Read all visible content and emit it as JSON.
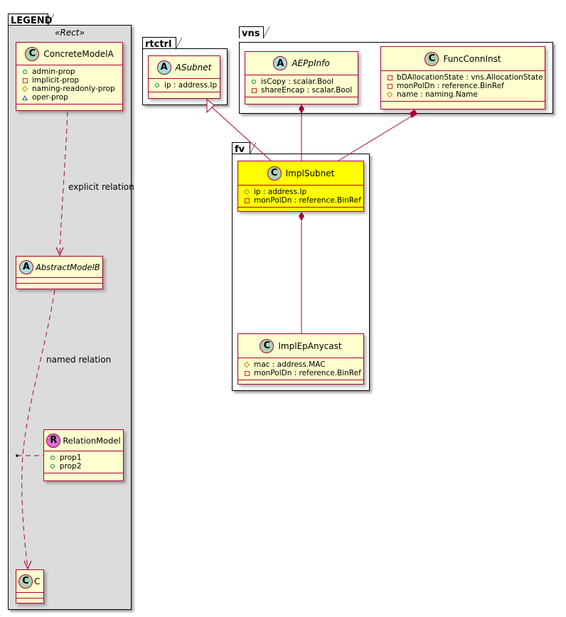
{
  "colors": {
    "class_fill": "#fefece",
    "class_border": "#a80036",
    "highlight_fill": "#ffff00",
    "legend_fill": "#dcdcdc",
    "relation_line": "#a80036",
    "circle_class": "#add1b2",
    "circle_abstract": "#a9dcdf",
    "circle_relation": "#da70d6"
  },
  "packages": {
    "legend": {
      "name": "LEGEND",
      "stereotype": "«Rect»"
    },
    "rtctrl": {
      "name": "rtctrl"
    },
    "vns": {
      "name": "vns"
    },
    "fv": {
      "name": "fv"
    }
  },
  "legend": {
    "concrete": {
      "kind": "C",
      "name": "ConcreteModelA",
      "attrs": [
        {
          "vis": "public",
          "text": "admin-prop"
        },
        {
          "vis": "private",
          "text": "implicit-prop"
        },
        {
          "vis": "protected",
          "text": "naming-readonly-prop"
        },
        {
          "vis": "package",
          "text": "oper-prop"
        }
      ]
    },
    "abstract": {
      "kind": "A",
      "name": "AbstractModelB"
    },
    "relation": {
      "kind": "R",
      "name": "RelationModel",
      "attrs": [
        {
          "vis": "public",
          "text": "prop1"
        },
        {
          "vis": "public",
          "text": "prop2"
        }
      ]
    },
    "c": {
      "kind": "C",
      "name": "C"
    },
    "explicit_label": "explicit relation",
    "named_label": "named relation"
  },
  "classes": {
    "asubnet": {
      "kind": "A",
      "name": "ASubnet",
      "attrs": [
        {
          "vis": "public",
          "text": "ip : address.Ip"
        }
      ]
    },
    "aeppinfo": {
      "kind": "A",
      "name": "AEPpInfo",
      "attrs": [
        {
          "vis": "public",
          "text": "isCopy : scalar.Bool"
        },
        {
          "vis": "private",
          "text": "shareEncap : scalar.Bool"
        }
      ]
    },
    "funcconninst": {
      "kind": "C",
      "name": "FuncConnInst",
      "attrs": [
        {
          "vis": "private",
          "text": "bDAllocationState : vns.AllocationState"
        },
        {
          "vis": "private",
          "text": "monPolDn : reference.BinRef"
        },
        {
          "vis": "protected",
          "text": "name : naming.Name"
        }
      ]
    },
    "implsubnet": {
      "kind": "C",
      "name": "ImplSubnet",
      "attrs": [
        {
          "vis": "protected",
          "text": "ip : address.Ip"
        },
        {
          "vis": "private",
          "text": "monPolDn : reference.BinRef"
        }
      ]
    },
    "implepanycast": {
      "kind": "C",
      "name": "ImplEpAnycast",
      "attrs": [
        {
          "vis": "protected",
          "text": "mac : address.MAC"
        },
        {
          "vis": "private",
          "text": "monPolDn : reference.BinRef"
        }
      ]
    }
  },
  "relations": [
    {
      "from": "ConcreteModelA",
      "to": "AbstractModelB",
      "type": "dependency",
      "label": "explicit relation"
    },
    {
      "from": "AbstractModelB",
      "to": "C",
      "type": "dependency",
      "label": "named relation",
      "association_class": "RelationModel"
    },
    {
      "from": "ImplSubnet",
      "to": "ASubnet",
      "type": "generalization"
    },
    {
      "from": "AEPpInfo",
      "to": "ImplSubnet",
      "type": "composition"
    },
    {
      "from": "FuncConnInst",
      "to": "ImplSubnet",
      "type": "composition"
    },
    {
      "from": "ImplSubnet",
      "to": "ImplEpAnycast",
      "type": "composition"
    }
  ]
}
